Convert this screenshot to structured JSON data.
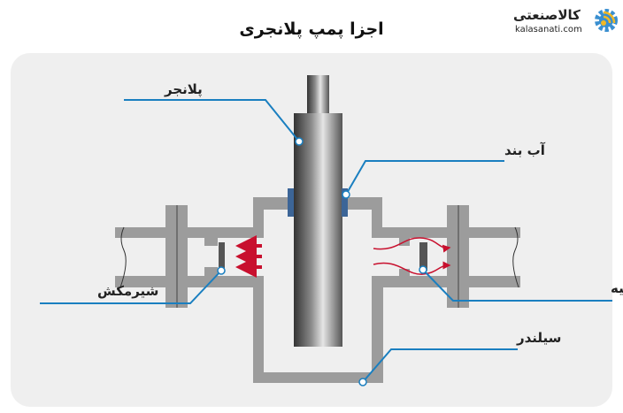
{
  "title": "اجزا پمپ پلانجری",
  "logo": {
    "name_fa": "کالاصنعتی",
    "domain": "kalasanati.com",
    "colors": {
      "gear": "#3a8fd0",
      "signal": "#f2b824"
    }
  },
  "labels": {
    "plunger": "پلانجر",
    "seal": "آب بند",
    "suction_valve": "شیرمکش",
    "discharge_valve": "شیرتخلیه",
    "cylinder": "سیلندر"
  },
  "colors": {
    "panel": "#efefef",
    "wall": "#9c9c9c",
    "seal": "#3c6597",
    "leader": "#1a7fc0",
    "flow": "#c8102e"
  }
}
